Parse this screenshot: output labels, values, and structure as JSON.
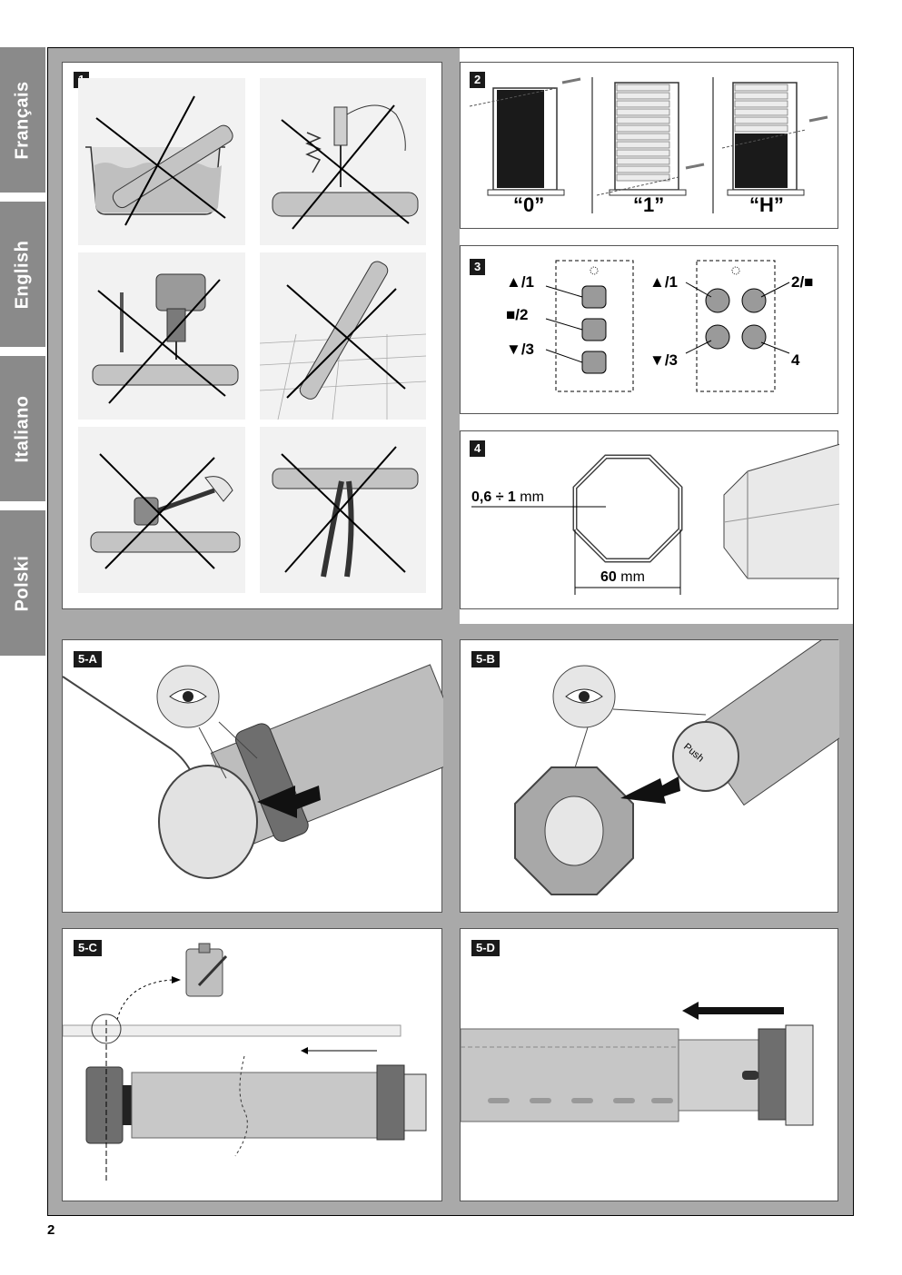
{
  "side_tabs": [
    "Français",
    "English",
    "Italiano",
    "Polski"
  ],
  "page_number": "2",
  "figures": {
    "fig1": "1",
    "fig2": "2",
    "fig3": "3",
    "fig4": "4",
    "fig5a": "5-A",
    "fig5b": "5-B",
    "fig5c": "5-C",
    "fig5d": "5-D"
  },
  "fig2_positions": [
    "“0”",
    "“1”",
    "“H”"
  ],
  "fig3_left_buttons": [
    "▲/1",
    "■/2",
    "▼/3"
  ],
  "fig3_right_buttons": [
    "▲/1",
    "2/■",
    "▼/3",
    "4"
  ],
  "fig4": {
    "wall_value": "0,6 ÷ 1",
    "wall_unit": "mm",
    "width_value": "60",
    "width_unit": "mm"
  },
  "fig5b_push": "Push",
  "colors": {
    "panel_bg": "#a9a9a9",
    "label_bg": "#1a1a1a",
    "tube": "#c8c8c8"
  }
}
